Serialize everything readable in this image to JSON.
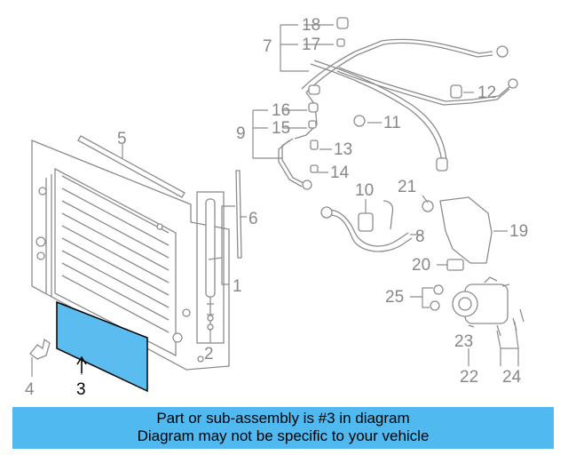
{
  "diagram": {
    "callouts": {
      "c1": "1",
      "c2": "2",
      "c3": "3",
      "c4": "4",
      "c5": "5",
      "c6": "6",
      "c7": "7",
      "c8": "8",
      "c9": "9",
      "c10": "10",
      "c11": "11",
      "c12": "12",
      "c13": "13",
      "c14": "14",
      "c15": "15",
      "c16": "16",
      "c17": "17",
      "c18": "18",
      "c19": "19",
      "c20": "20",
      "c21": "21",
      "c22": "22",
      "c23": "23",
      "c24": "24",
      "c25": "25"
    },
    "highlight_color": "#5bbcef",
    "highlighted_part": "3"
  },
  "banner": {
    "line1": "Part or sub-assembly is #3 in diagram",
    "line2": "Diagram may not be specific to your vehicle",
    "background": "#4fb9f0"
  }
}
